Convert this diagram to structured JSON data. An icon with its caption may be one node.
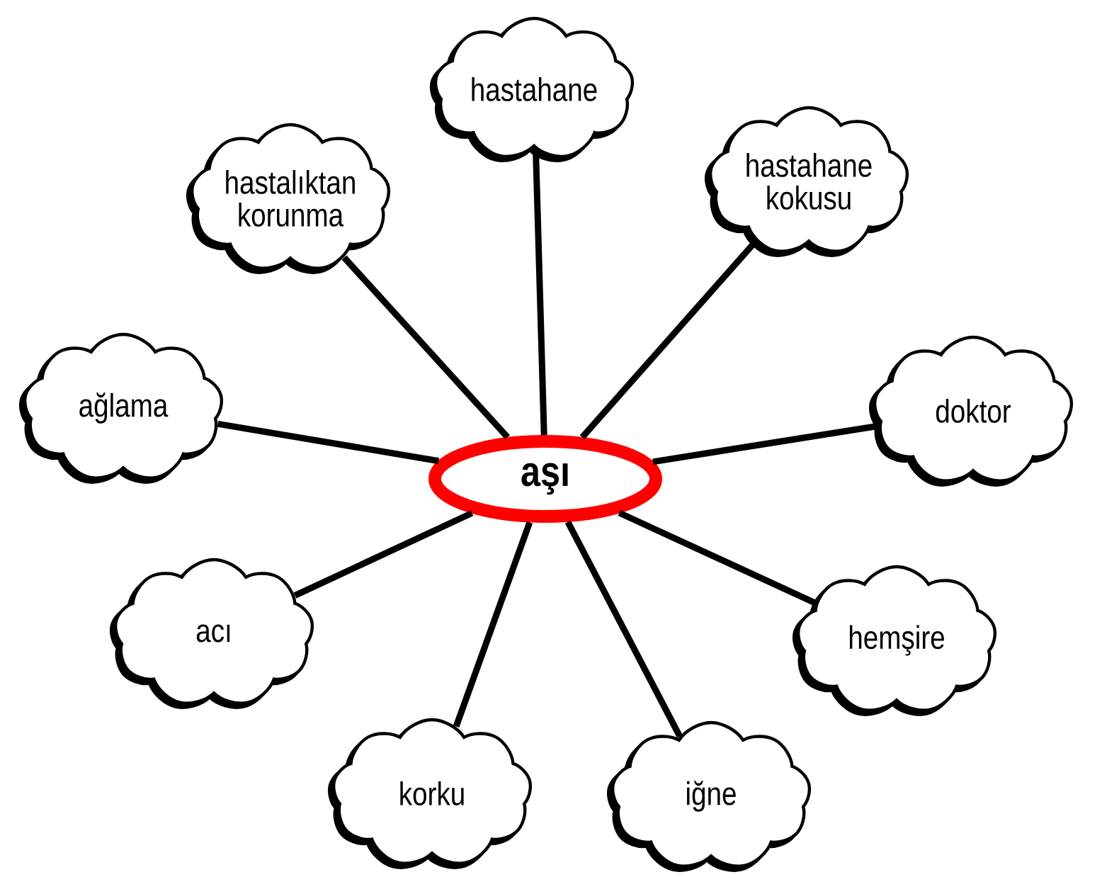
{
  "diagram": {
    "nodes": [
      {
        "text": [
          "hastahane"
        ]
      },
      {
        "text": [
          "hastalıktan korunma"
        ]
      },
      {
        "text": [
          "hastahane kokusu"
        ]
      },
      {
        "text": [
          "ağlama"
        ]
      },
      {
        "text": [
          "doktor"
        ]
      },
      {
        "text": [
          "aşı"
        ]
      },
      {
        "text": [
          "acı"
        ]
      },
      {
        "text": [
          "hemşire"
        ]
      },
      {
        "text": [
          "korku"
        ]
      },
      {
        "text": [
          "iğne"
        ]
      }
    ],
    "edges": [
      {
        "from": 5,
        "to": 0,
        "arrow": "none"
      },
      {
        "from": 5,
        "to": 1,
        "arrow": "none"
      },
      {
        "from": 5,
        "to": 2,
        "arrow": "none"
      },
      {
        "from": 5,
        "to": 3,
        "arrow": "none"
      },
      {
        "from": 5,
        "to": 4,
        "arrow": "none"
      },
      {
        "from": 5,
        "to": 6,
        "arrow": "none"
      },
      {
        "from": 5,
        "to": 7,
        "arrow": "none"
      },
      {
        "from": 5,
        "to": 8,
        "arrow": "none"
      },
      {
        "from": 5,
        "to": 9,
        "arrow": "none"
      }
    ]
  }
}
